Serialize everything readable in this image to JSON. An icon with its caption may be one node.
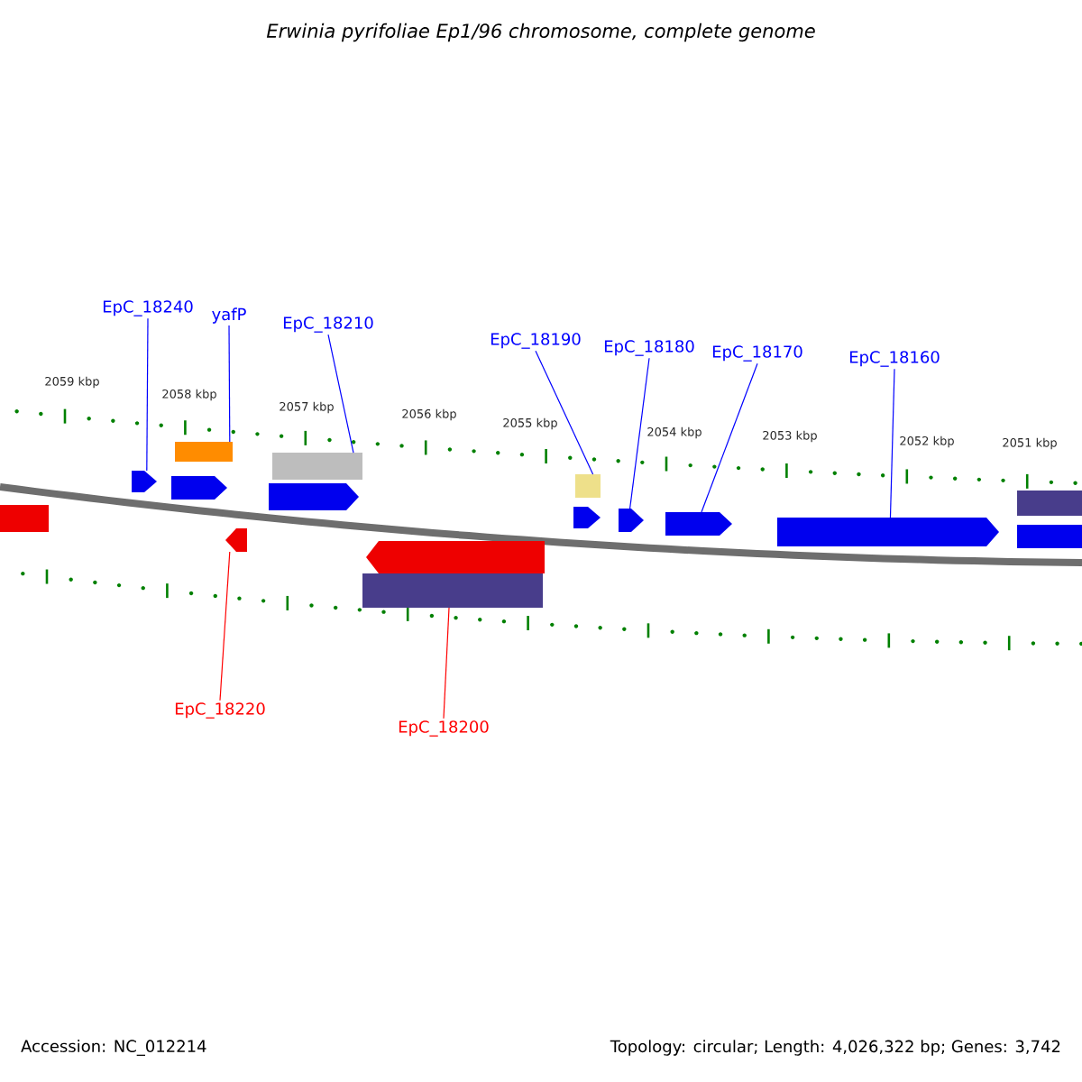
{
  "diagram": {
    "title": "Erwinia pyrifoliae Ep1/96 chromosome, complete genome",
    "nodes": [
      {
        "text": [
          "EpC_18240"
        ]
      },
      {
        "text": [
          "yafP"
        ]
      },
      {
        "text": [
          "EpC_18210"
        ]
      },
      {
        "text": [
          "EpC_18190"
        ]
      },
      {
        "text": [
          "EpC_18180"
        ]
      },
      {
        "text": [
          "EpC_18170"
        ]
      },
      {
        "text": [
          "EpC_18160"
        ]
      },
      {
        "text": [
          "EpC_18220"
        ]
      },
      {
        "text": [
          "EpC_18200"
        ]
      },
      {
        "text": [],
        "shape": "bar"
      },
      {
        "text": [],
        "shape": "pentagon"
      },
      {
        "text": [],
        "shape": "pentagon"
      },
      {
        "text": [],
        "shape": "bar"
      },
      {
        "text": [],
        "shape": "pentagon"
      },
      {
        "text": [],
        "shape": "pentagon"
      },
      {
        "text": [],
        "shape": "bar"
      },
      {
        "text": [],
        "shape": "bar"
      },
      {
        "text": [],
        "shape": "pentagon"
      },
      {
        "text": [],
        "shape": "pentagon"
      },
      {
        "text": [],
        "shape": "bar"
      },
      {
        "text": [],
        "shape": "pentagon"
      },
      {
        "text": [],
        "shape": "pentagon"
      },
      {
        "text": [],
        "shape": "pentagon"
      },
      {
        "text": [],
        "shape": "bar"
      },
      {
        "text": [],
        "shape": "bar"
      }
    ],
    "edges": [
      {
        "from": 0,
        "to": 10,
        "arrow": "none"
      },
      {
        "from": 1,
        "to": 12,
        "arrow": "none"
      },
      {
        "from": 2,
        "to": 15,
        "arrow": "none"
      },
      {
        "from": 3,
        "to": 19,
        "arrow": "none"
      },
      {
        "from": 4,
        "to": 20,
        "arrow": "none"
      },
      {
        "from": 5,
        "to": 21,
        "arrow": "none"
      },
      {
        "from": 6,
        "to": 22,
        "arrow": "none"
      },
      {
        "from": 7,
        "to": 13,
        "arrow": "none",
        "color": "#ff0000"
      },
      {
        "from": 8,
        "to": 16,
        "arrow": "none",
        "color": "#ff0000"
      }
    ],
    "labels": [
      "2059 kbp",
      "2058 kbp",
      "2057 kbp",
      "2056 kbp",
      "2055 kbp",
      "2054 kbp",
      "2053 kbp",
      "2052 kbp",
      "2051 kbp",
      "Accession: NC_012214",
      "Topology: circular; Length: 4,026,322 bp; Genes: 3,742"
    ]
  }
}
